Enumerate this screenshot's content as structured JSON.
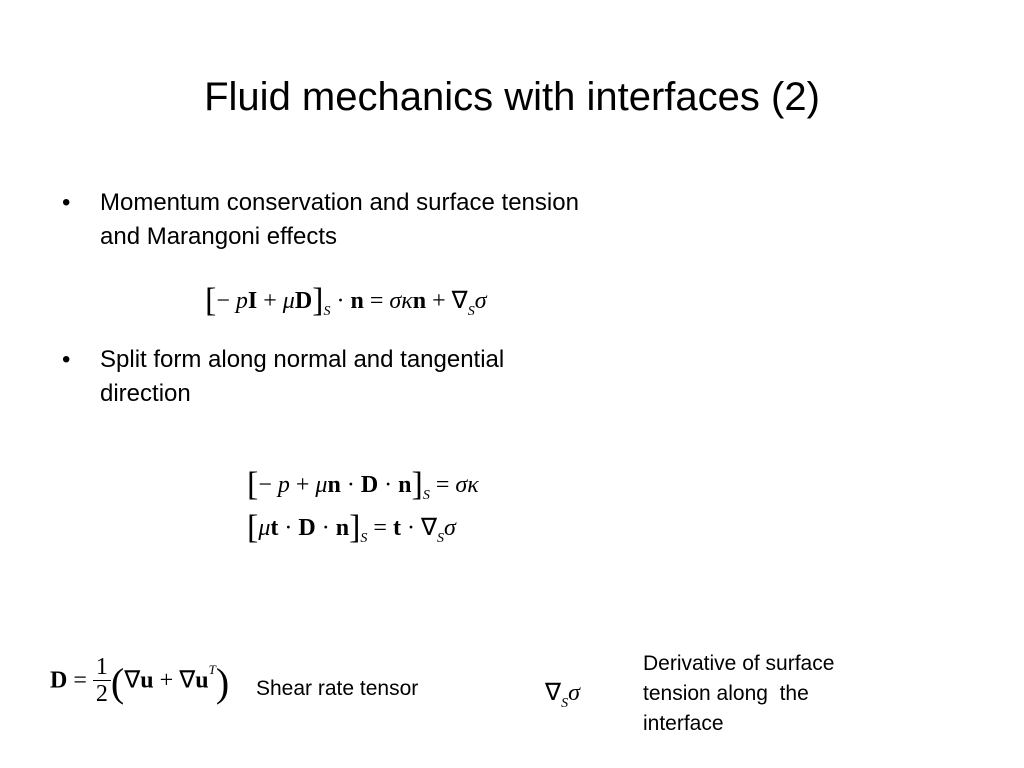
{
  "slide": {
    "title": "Fluid mechanics with interfaces (2)",
    "bullets": [
      {
        "marker": "•",
        "text": "Momentum conservation and surface tension and Marangoni effects"
      },
      {
        "marker": "•",
        "text": "Split form along normal and tangential direction"
      }
    ],
    "equations": {
      "momentum": {
        "lb": "[",
        "minus": "− ",
        "p": "p",
        "I": "I",
        "plus": " + ",
        "mu": "μ",
        "D": "D",
        "rb": "]",
        "S": "S",
        "dot": " · ",
        "n": "n",
        "eq": " = ",
        "sigma": "σ",
        "kappa": "κ",
        "n2": "n",
        "plus2": " + ",
        "nabla": "∇",
        "S2": "S",
        "sigma2": "σ"
      },
      "normal": {
        "lb": "[",
        "minus": "− ",
        "p": "p",
        "plus": " + ",
        "mu": "μ",
        "n": "n",
        "dot": " · ",
        "D": "D",
        "dot2": " · ",
        "n2": "n",
        "rb": "]",
        "S": "S",
        "eq": " = ",
        "sigma": "σ",
        "kappa": "κ"
      },
      "tangential": {
        "lb": "[",
        "mu": "μ",
        "t": "t",
        "dot": " · ",
        "D": "D",
        "dot2": " · ",
        "n": "n",
        "rb": "]",
        "S": "S",
        "eq": " = ",
        "t2": "t",
        "dot3": " · ",
        "nabla": "∇",
        "S2": "S",
        "sigma": "σ"
      },
      "shear_rate": {
        "D": "D",
        "eq": " = ",
        "num": "1",
        "den": "2",
        "lp": "(",
        "nabla": "∇",
        "u": "u",
        "plus": " + ",
        "nabla2": "∇",
        "u2": "u",
        "T": "T",
        "rp": ")"
      },
      "surface_grad": {
        "nabla": "∇",
        "S": "S",
        "sigma": "σ"
      }
    },
    "labels": {
      "shear_rate_tensor": "Shear rate tensor",
      "derivative": [
        "Derivative of surface",
        "tension along  the",
        "interface"
      ]
    }
  }
}
